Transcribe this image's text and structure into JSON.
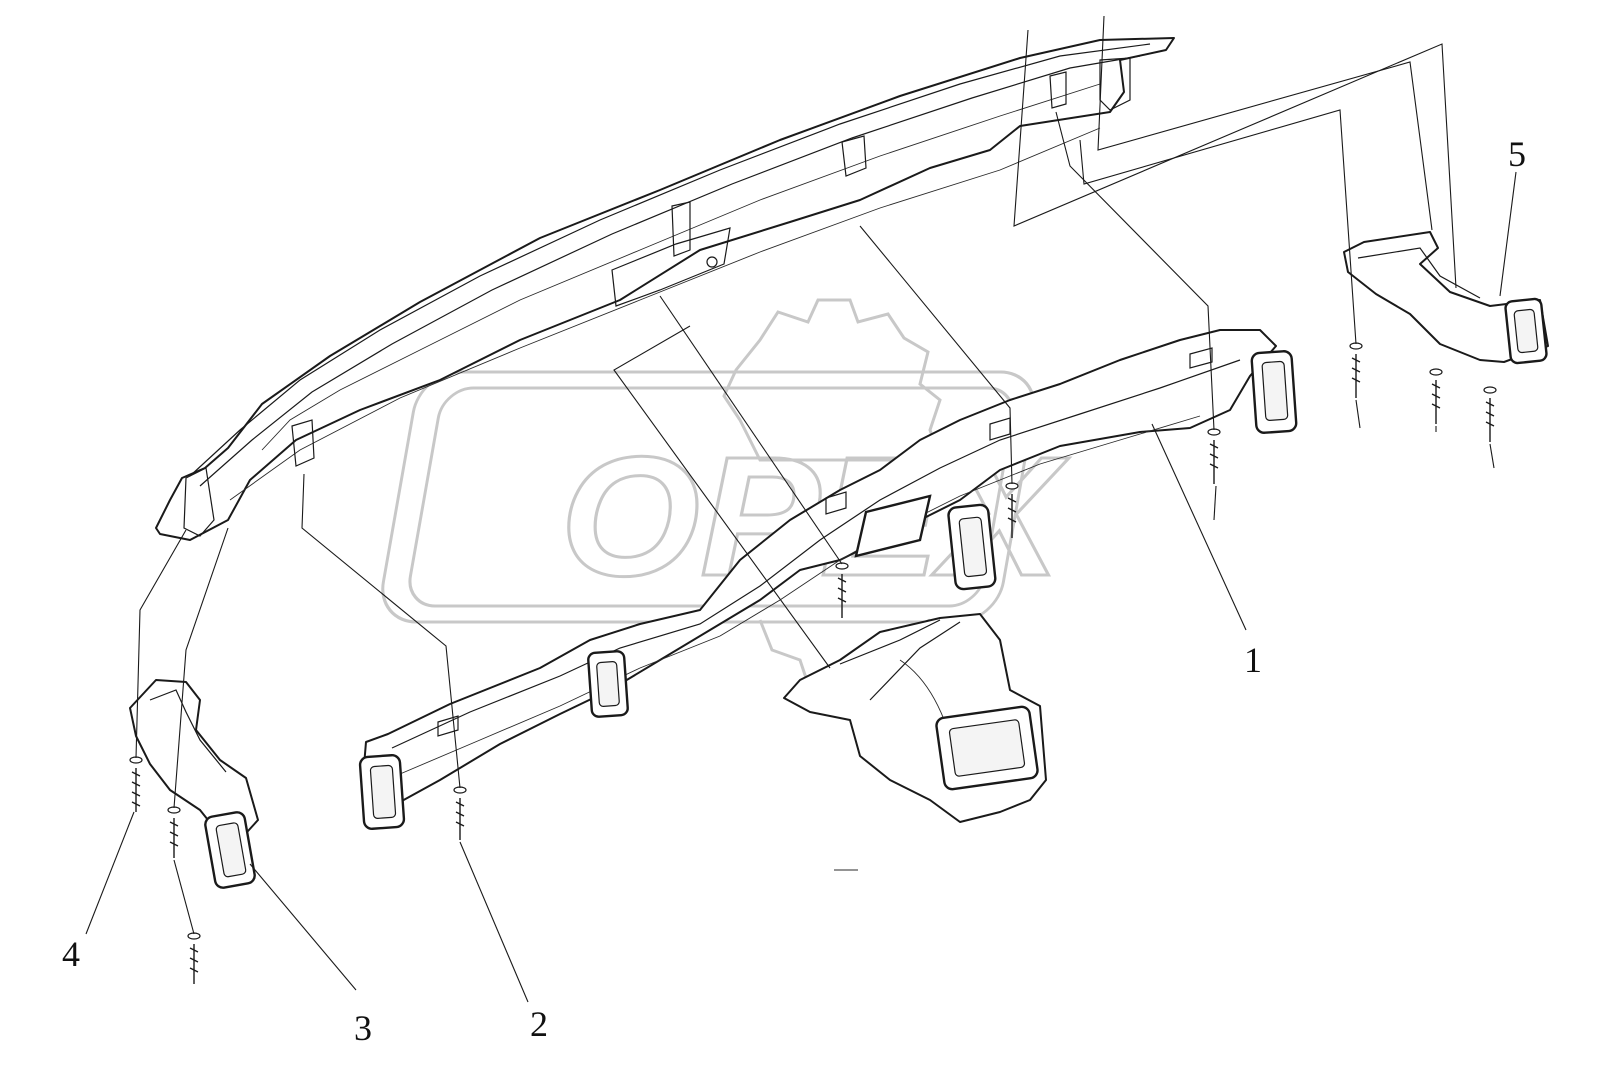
{
  "watermark": {
    "text": "OPEX",
    "color": "#c8c8c8"
  },
  "callouts": [
    {
      "id": "1",
      "label": "1"
    },
    {
      "id": "2",
      "label": "2"
    },
    {
      "id": "3",
      "label": "3"
    },
    {
      "id": "4",
      "label": "4"
    },
    {
      "id": "5",
      "label": "5"
    }
  ],
  "colors": {
    "line": "#1a1a1a",
    "background": "#ffffff",
    "watermark": "#c8c8c8"
  }
}
